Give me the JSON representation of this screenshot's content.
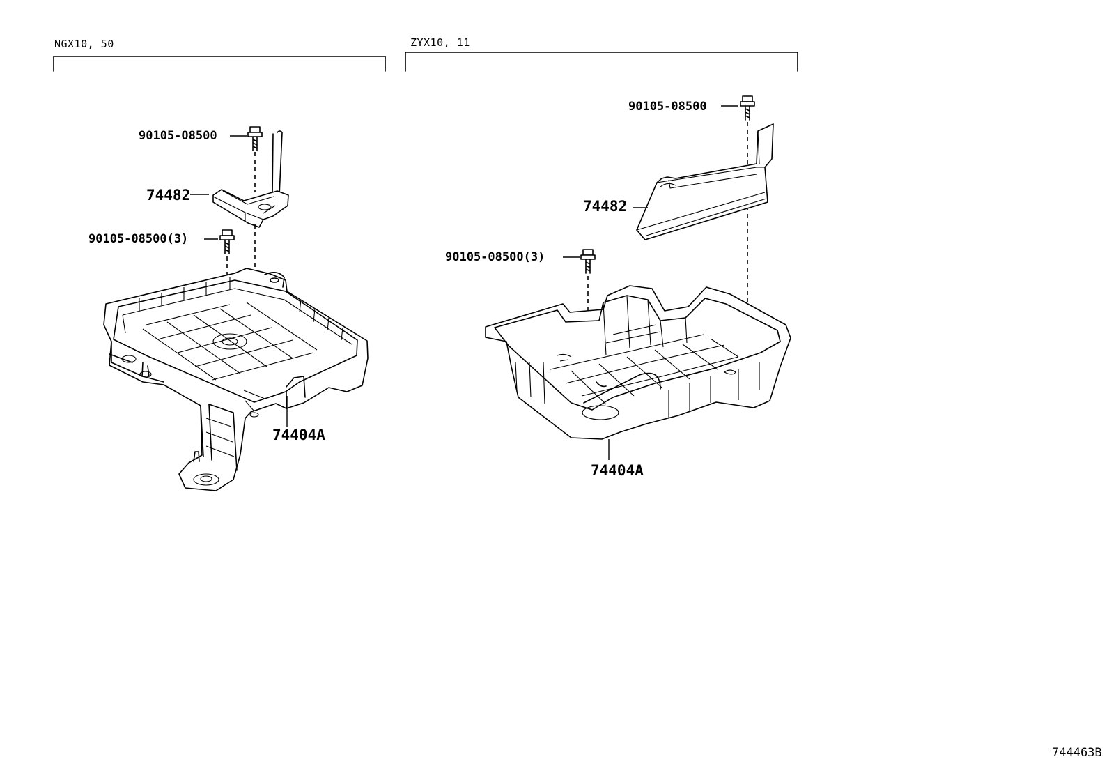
{
  "diagram": {
    "groups": [
      {
        "variant_label": "NGX10, 50",
        "parts": {
          "bolt_top": "90105-08500",
          "bracket": "74482",
          "bolt_multi": "90105-08500(3)",
          "tray": "74404A"
        }
      },
      {
        "variant_label": "ZYX10, 11",
        "parts": {
          "bolt_top": "90105-08500",
          "bracket": "74482",
          "bolt_multi": "90105-08500(3)",
          "tray": "74404A"
        }
      }
    ],
    "illustration_code": "744463B"
  }
}
